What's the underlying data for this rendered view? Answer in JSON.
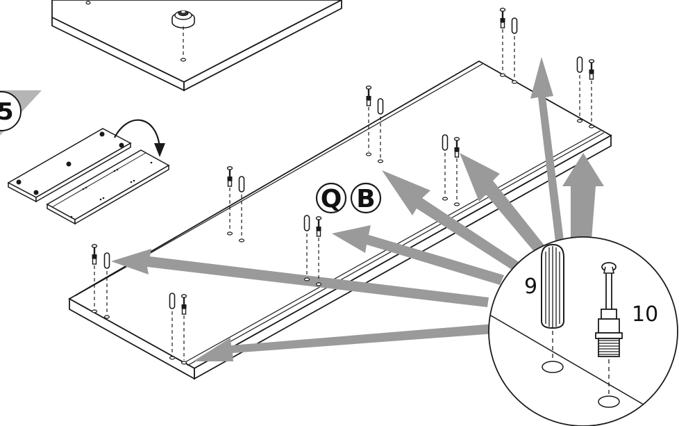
{
  "step": {
    "number": "5"
  },
  "badges": {
    "q": "Q",
    "b": "B"
  },
  "parts": [
    {
      "number": "9",
      "name": "dowel"
    },
    {
      "number": "10",
      "name": "cam-bolt"
    }
  ],
  "colors": {
    "arrow": "#9a9a9a",
    "line": "#1a1a1a",
    "step_badge": "#b5b5b5",
    "panel_edge": "#f4f4f4"
  }
}
